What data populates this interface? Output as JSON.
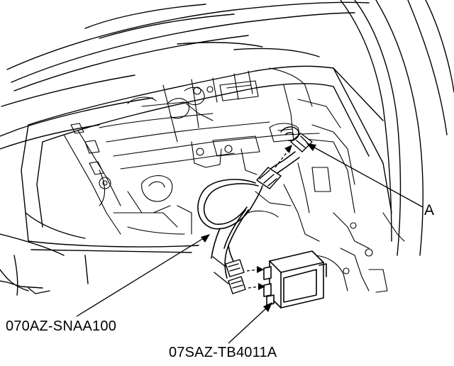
{
  "callouts": {
    "a": "A",
    "harness_part": "070AZ-SNAA100",
    "module_part": "07SAZ-TB4011A"
  },
  "colors": {
    "line": "#000000",
    "background": "#ffffff",
    "fill": "#ffffff"
  }
}
